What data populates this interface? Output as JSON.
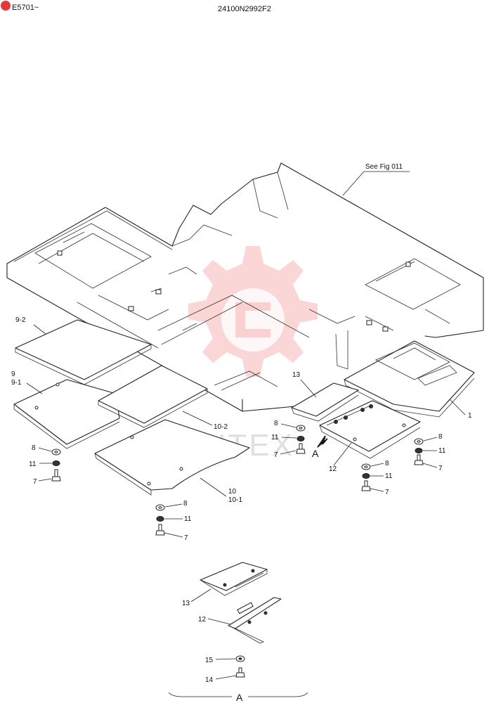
{
  "header": {
    "serial_range": "E5701~",
    "drawing_number": "24100N2992F2"
  },
  "reference": {
    "see_fig": "See Fig 011"
  },
  "watermark": {
    "text": "ИНТЕХ",
    "color": "#f26b6b"
  },
  "callouts": {
    "p1": "1",
    "p9_2": "9-2",
    "p9": "9",
    "p9_1": "9-1",
    "p10_2": "10-2",
    "p10": "10",
    "p10_1": "10-1",
    "p12": "12",
    "p13": "13",
    "p7": "7",
    "p8": "8",
    "p11": "11",
    "p12_detail": "12",
    "p13_detail": "13",
    "p14": "14",
    "p15": "15"
  },
  "view_arrow": {
    "label": "A"
  },
  "detail_view": {
    "label": "A"
  }
}
